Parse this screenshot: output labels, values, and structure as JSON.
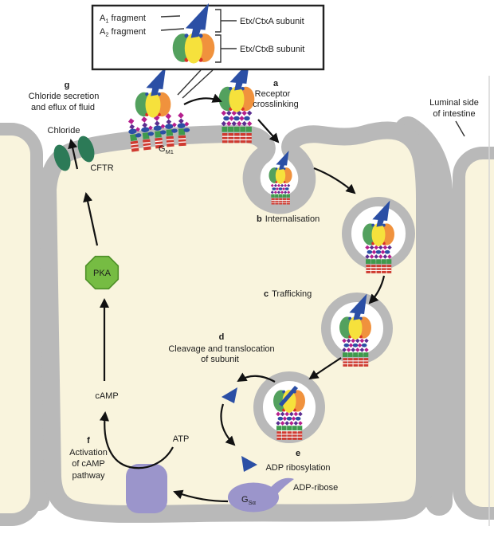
{
  "figure": {
    "description": "Mechanism of Etx/Ctx enterotoxin action in an intestinal epithelial cell"
  },
  "legend": {
    "rows": [
      {
        "base": "A",
        "sub": "1",
        "rest": "fragment"
      },
      {
        "base": "A",
        "sub": "2",
        "rest": "fragment"
      }
    ],
    "ctxa": "Etx/CtxA subunit",
    "ctxb": "Etx/CtxB subunit"
  },
  "steps": {
    "a": {
      "letter": "a",
      "line1": "Receptor",
      "line2": "crosslinking"
    },
    "b": {
      "letter": "b",
      "label": "Internalisation"
    },
    "c": {
      "letter": "c",
      "label": "Trafficking"
    },
    "d": {
      "letter": "d",
      "line1": "Cleavage and translocation",
      "line2": "of subunit"
    },
    "e": {
      "letter": "e",
      "label": "ADP ribosylation"
    },
    "f": {
      "letter": "f",
      "line1": "Activation",
      "line2": "of cAMP",
      "line3": "pathway"
    },
    "g": {
      "letter": "g",
      "line1": "Chloride secretion",
      "line2": "and eflux of fluid"
    }
  },
  "labels": {
    "luminal_line1": "Luminal side",
    "luminal_line2": "of intestine",
    "chloride": "Chloride",
    "cftr": "CFTR",
    "gm1_base": "G",
    "gm1_sub": "M1",
    "pka": "PKA",
    "camp": "cAMP",
    "atp": "ATP",
    "gsa_base": "G",
    "gsa_sub": "Sα",
    "adp_ribose": "ADP-ribose"
  },
  "colors": {
    "membrane_gray": "#b9b9b9",
    "cytoplasm_cream": "#f9f4dd",
    "toxin_a_blue": "#2b4fa5",
    "toxin_b_green": "#53a15e",
    "toxin_b_yellow": "#f6e13c",
    "toxin_b_orange": "#f0923d",
    "cftr_green": "#2c7a57",
    "pka_green": "#76bc43",
    "organelle_purple": "#9b95cb",
    "gm1_magenta": "#b51f8d",
    "gm1_purple": "#5b2d90",
    "gm1_stalk_red": "#cf3a30",
    "gm1_green": "#3f9a4d",
    "text_black": "#1c1c1c"
  }
}
